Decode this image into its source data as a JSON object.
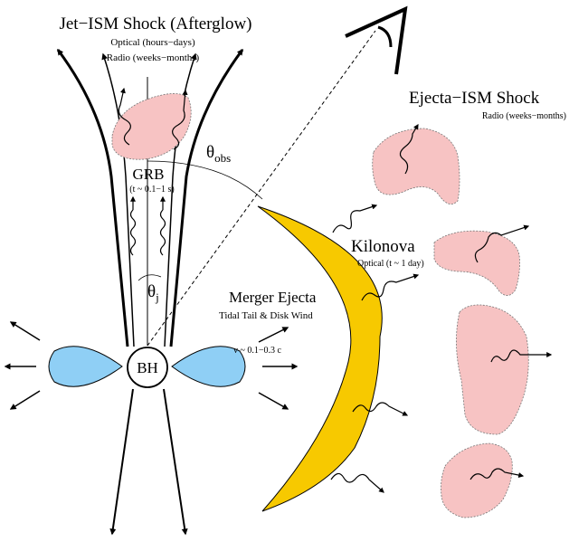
{
  "title": "Jet−ISM Shock (Afterglow)",
  "afterglow": {
    "line1": "Optical (hours−days)",
    "line2": "Radio (weeks−months)"
  },
  "grb": {
    "label": "GRB",
    "time": "(t ~ 0.1−1 s)"
  },
  "theta_obs": {
    "symbol": "θ",
    "sub": "obs"
  },
  "theta_j": {
    "symbol": "θ",
    "sub": "j"
  },
  "ejecta_ism": {
    "title": "Ejecta−ISM Shock",
    "sub": "Radio (weeks−months)"
  },
  "kilonova": {
    "title": "Kilonova",
    "sub": "Optical (t ~ 1 day)"
  },
  "merger": {
    "title": "Merger Ejecta",
    "sub": "Tidal Tail & Disk Wind",
    "velocity": "v ~ 0.1−0.3 c"
  },
  "bh": {
    "label": "BH"
  },
  "colors": {
    "pink": "#f7c3c3",
    "blue": "#8fcff5",
    "yellow": "#f7c900"
  }
}
